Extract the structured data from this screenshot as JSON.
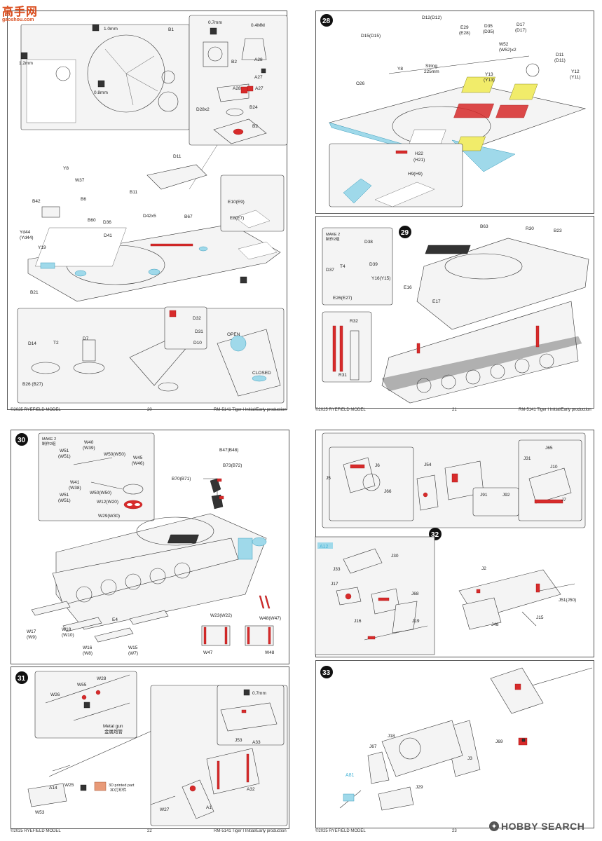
{
  "watermark_top": {
    "chars": "高手网",
    "sub": "gaoshou.com"
  },
  "watermark_bottom": {
    "text": "HOBBY SEARCH"
  },
  "pages": {
    "p20": {
      "footer_left": "©2025 RYEFIELD MODEL",
      "page_number": "20",
      "footer_right": "RM-5141 Tiger I Initial/Early production",
      "labels": {
        "w10": "1.0mm",
        "w12": "1.2mm",
        "w08": "0.8mm",
        "b1": "B1",
        "w07": "0.7mm",
        "w04": "0.4MM",
        "b2a": "B2",
        "a28a": "A28",
        "a27a": "A27",
        "a28b": "A28",
        "a27b": "A27",
        "d28": "D28x2",
        "b24": "B24",
        "b2b": "B2",
        "d11": "D11",
        "y8": "Y8",
        "w37": "W37",
        "b11": "B11",
        "b6": "B6",
        "b42": "B42",
        "d42": "D42x5",
        "b67": "B67",
        "b60": "B60",
        "d36": "D36",
        "d41": "D41",
        "e10": "E10(E9)",
        "e8": "E8(E7)",
        "yd44": "Yd44",
        "yd44b": "(Yd44)",
        "y19": "Y19",
        "b21": "B21",
        "d32": "D32",
        "d31": "D31",
        "d10": "D10",
        "d14": "D14",
        "t2": "T2",
        "d7": "D7",
        "b26": "B26 (B27)",
        "open": "OPEN",
        "closed": "CLOSED"
      }
    },
    "p21": {
      "footer_left": "©2025 RYEFIELD MODEL",
      "page_number": "21",
      "footer_right": "RM-5141 Tiger I Initial/Early production",
      "step28": "28",
      "step29": "29",
      "labels": {
        "d12": "D12(D12)",
        "d15": "D15(D15)",
        "e29": "E29",
        "e28": "(E28)",
        "d35": "D35",
        "d35b": "(D35)",
        "d17": "D17",
        "d17b": "(D17)",
        "w52": "W52",
        "w52b": "(W52)x2",
        "y8": "Y8",
        "string": "String",
        "string_len": "225mm",
        "d11": "D11",
        "d11b": "(D11)",
        "y13": "Y13",
        "y13b": "(Y13)",
        "y12": "Y12",
        "y12b": "(Y11)",
        "o26": "O26",
        "h22": "H22",
        "h21": "(H21)",
        "h9": "H9(H9)",
        "make2": "MAKE 2",
        "make2cn": "制作2组",
        "d38": "D38",
        "d37": "D37",
        "t4": "T4",
        "d39": "D39",
        "y16": "Y16(Y15)",
        "e26": "E26(E27)",
        "b63": "B63",
        "r30": "R30",
        "b23": "B23",
        "e16": "E16",
        "e17": "E17",
        "r32": "R32",
        "r31": "R31"
      }
    },
    "p22": {
      "footer_left": "©2025 RYEFIELD MODEL",
      "page_number": "22",
      "footer_right": "RM-5141 Tiger I Initial/Early production",
      "step30": "30",
      "step31": "31",
      "labels": {
        "make2": "MAKE 2",
        "make2cn": "制作2组",
        "w40": "W40",
        "w39": "(W39)",
        "w51a": "W51",
        "w51ab": "(W51)",
        "w50a": "W50(W50)",
        "w45": "W45",
        "w46": "(W46)",
        "w41": "W41",
        "w38": "(W38)",
        "w51b": "W51",
        "w51bb": "(W51)",
        "w50b": "W50(W50)",
        "w12": "W12(W20)",
        "w29": "W29(W30)",
        "b47": "B47(B48)",
        "b73": "B73(B72)",
        "b70": "B70(B71)",
        "w23": "W23(W22)",
        "w48a": "W48(W47)",
        "e4": "E4",
        "w17": "W17",
        "w9": "(W9)",
        "w18": "W18",
        "w10": "(W10)",
        "w16": "W16",
        "w8": "(W8)",
        "w15": "W15",
        "w7": "(W7)",
        "w47": "W47",
        "w48b": "W48",
        "w55": "W55",
        "w28": "W28",
        "w26": "W26",
        "metal": "Metal gun",
        "metalcn": "金属炮管",
        "a14": "A14",
        "w25": "W25",
        "printed": "3D printed part",
        "printedcn": "3D打印件",
        "w53": "W53",
        "w27": "W27",
        "a1": "A1",
        "a32": "A32",
        "j53": "J53",
        "a33": "A33",
        "w07": "0.7mm"
      }
    },
    "p23": {
      "footer_left": "©2025 RYEFIELD MODEL",
      "page_number": "23",
      "step32": "32",
      "step33": "33",
      "labels": {
        "j65": "J65",
        "j31": "J31",
        "j10": "J10",
        "j6": "J6",
        "j54": "J54",
        "j5": "J5",
        "j66": "J66",
        "j91": "J91",
        "j92": "J92",
        "j7": "J7",
        "a12": "A12",
        "j30": "J30",
        "j33": "J33",
        "j17": "J17",
        "j68": "J68",
        "j16": "J16",
        "j19": "J19",
        "j2": "J2",
        "j51": "J51(J50)",
        "j15": "J15",
        "j48": "J48",
        "j67": "J67",
        "j18": "J18",
        "j69": "J69",
        "j3": "J3",
        "a81": "A81",
        "j29": "J29"
      }
    }
  }
}
